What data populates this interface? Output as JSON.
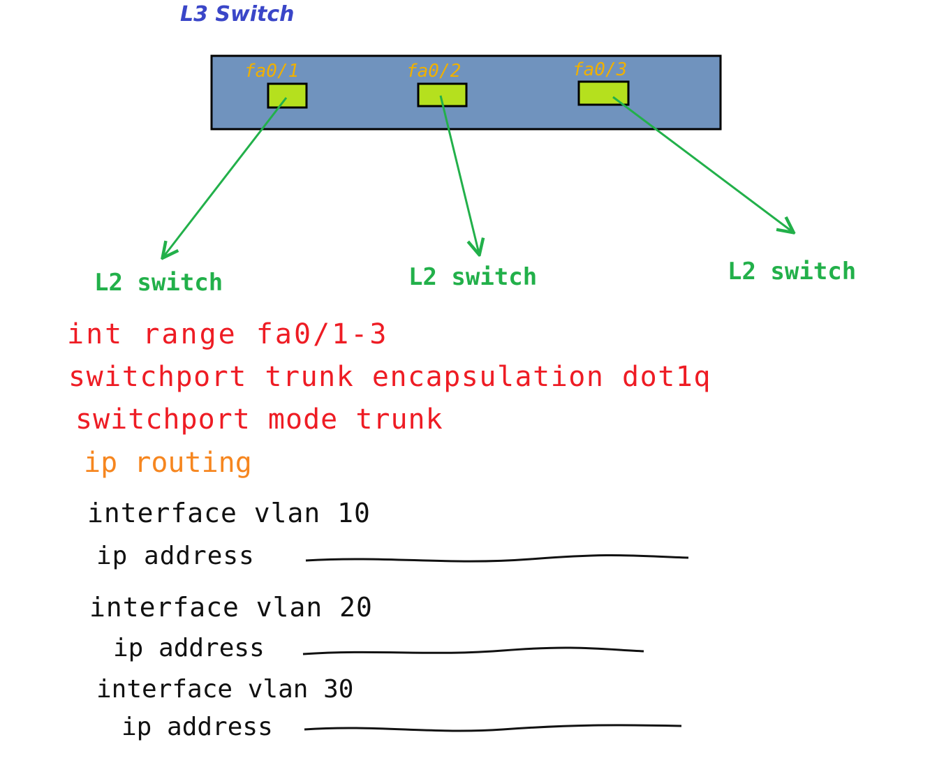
{
  "l3_switch": {
    "title": "L3 Switch",
    "ports": [
      {
        "label": "fa0/1"
      },
      {
        "label": "fa0/2"
      },
      {
        "label": "fa0/3"
      }
    ]
  },
  "l2_switches": [
    {
      "label": "L2 switch"
    },
    {
      "label": "L2 switch"
    },
    {
      "label": "L2 switch"
    }
  ],
  "trunk_config": {
    "line1": "int range fa0/1-3",
    "line2": "switchport trunk encapsulation dot1q",
    "line3": "switchport mode trunk"
  },
  "routing": {
    "line": "ip routing"
  },
  "svi_config": [
    {
      "interface": "interface vlan 10",
      "address_label": "ip address"
    },
    {
      "interface": "interface vlan 20",
      "address_label": "ip address"
    },
    {
      "interface": "interface vlan 30",
      "address_label": "ip address"
    }
  ],
  "colors": {
    "title": "#3a46c8",
    "switch_body": "#7093be",
    "port_fill": "#b5e01e",
    "port_label": "#f0b000",
    "arrow": "#22b04a",
    "l2_label": "#22b04a",
    "trunk_text": "#ee1c24",
    "routing_text": "#f6861f",
    "svi_text": "#111111"
  }
}
